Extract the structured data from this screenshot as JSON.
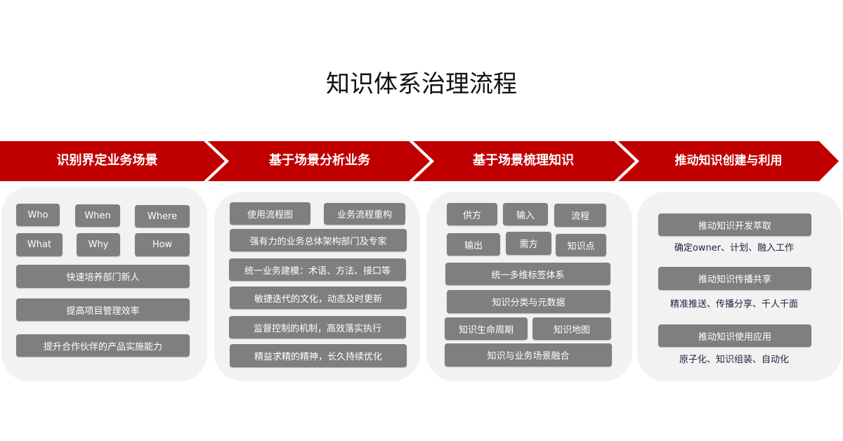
{
  "title": "知识体系治理流程",
  "colors": {
    "band": "#c00000",
    "box": "#7f7f7f",
    "panel": "#f2f2f2"
  },
  "stages": [
    "识别界定业务场景",
    "基于场景分析业务",
    "基于场景梳理知识",
    "推动知识创建与利用"
  ],
  "panel1": [
    "Who",
    "When",
    "Where",
    "What",
    "Why",
    "How",
    "快速培养部门新人",
    "提高项目管理效率",
    "提升合作伙伴的产品实施能力"
  ],
  "panel2": [
    "使用流程图",
    "业务流程重构",
    "强有力的业务总体架构部门及专家",
    "统一业务建模：术语、方法、接口等",
    "敏捷迭代的文化，动态及时更新",
    "监督控制的机制，高效落实执行",
    "精益求精的精神，长久持续优化"
  ],
  "panel3": [
    "供方",
    "输入",
    "流程",
    "输出",
    "需方",
    "知识点",
    "统一多维标签体系",
    "知识分类与元数据",
    "知识生命周期",
    "知识地图",
    "知识与业务场景融合"
  ],
  "panel4": {
    "boxes": [
      "推动知识开发萃取",
      "推动知识传播共享",
      "推动知识使用应用"
    ],
    "notes": [
      "确定owner、计划、融入工作",
      "精准推送、传播分享、千人千面",
      "原子化、知识组装、自动化"
    ]
  }
}
